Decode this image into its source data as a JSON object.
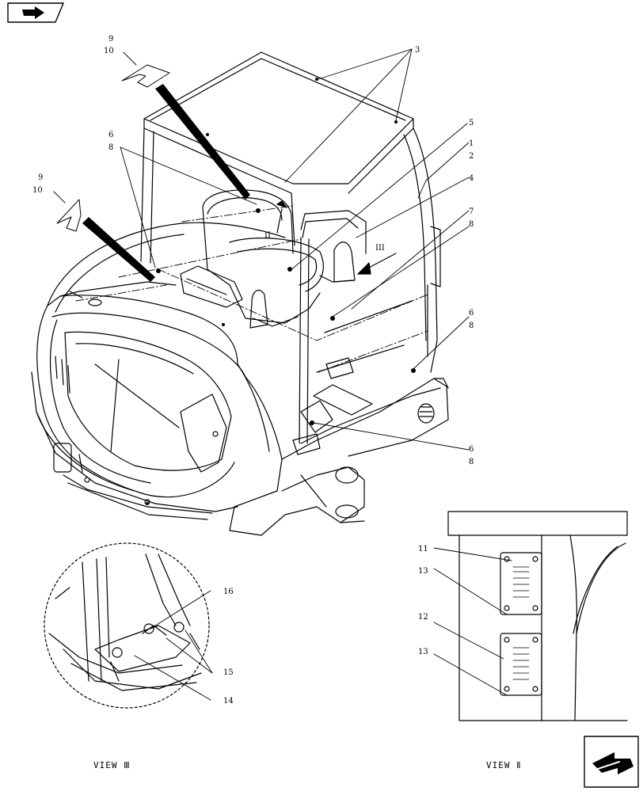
{
  "nav": {
    "top_button_icon": "back-arrow-icon",
    "bottom_button_icon": "next-page-arrow-icon"
  },
  "callouts": {
    "c3": "3",
    "c9a": "9",
    "c10a": "10",
    "c9b": "9",
    "c10b": "10",
    "c6a": "6",
    "c8a": "8",
    "c5": "5",
    "c1": "1",
    "c2": "2",
    "c4": "4",
    "c7": "7",
    "c8b": "8",
    "c6b": "6",
    "c8c": "8",
    "c6c": "6",
    "c8d": "8",
    "c11": "11",
    "c13a": "13",
    "c12": "12",
    "c13b": "13",
    "c16": "16",
    "c15": "15",
    "c14": "14"
  },
  "view_markers": {
    "m2": "II",
    "m3": "III"
  },
  "views": {
    "view3": "VIEW Ⅲ",
    "view2": "VIEW Ⅱ"
  }
}
